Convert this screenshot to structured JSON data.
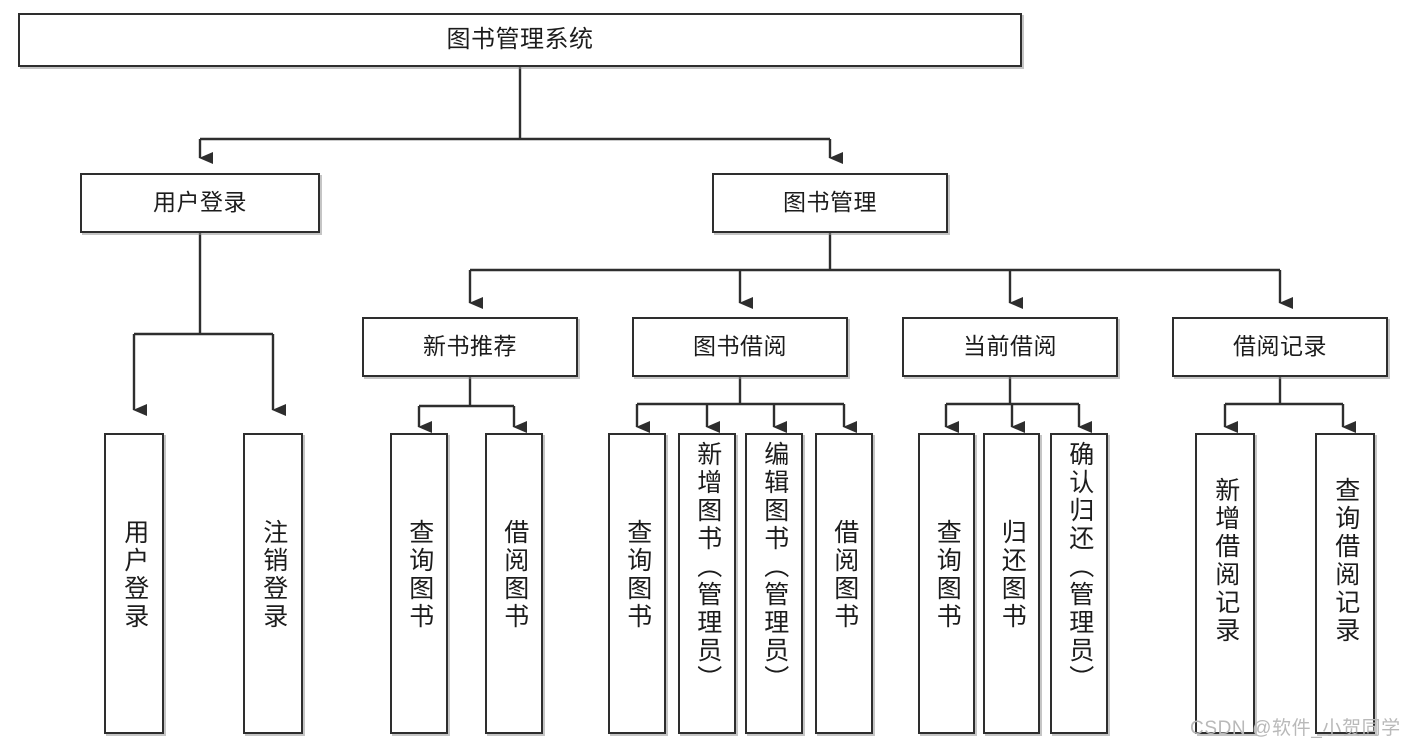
{
  "diagram": {
    "title": "图书管理系统",
    "type": "hierarchy-tree",
    "stroke_color": "#2e2e2e",
    "background_color": "#ffffff",
    "text_color": "#1c1c1c",
    "watermark": "CSDN @软件_小贺同学",
    "nodes": {
      "root": {
        "label": "图书管理系统"
      },
      "level2": [
        {
          "key": "user_login",
          "label": "用户登录"
        },
        {
          "key": "book_manage",
          "label": "图书管理"
        }
      ],
      "level3": [
        {
          "key": "new_book_rec",
          "label": "新书推荐"
        },
        {
          "key": "book_borrow",
          "label": "图书借阅"
        },
        {
          "key": "current_borrow",
          "label": "当前借阅"
        },
        {
          "key": "borrow_record",
          "label": "借阅记录"
        }
      ],
      "leaves": {
        "user_login": [
          {
            "key": "leaf_user_login",
            "label": "用户登录"
          },
          {
            "key": "leaf_logout",
            "label": "注销登录"
          }
        ],
        "new_book_rec": [
          {
            "key": "leaf_query_book_1",
            "label": "查询图书"
          },
          {
            "key": "leaf_borrow_book_1",
            "label": "借阅图书"
          }
        ],
        "book_borrow": [
          {
            "key": "leaf_query_book_2",
            "label": "查询图书"
          },
          {
            "key": "leaf_add_book",
            "label": "新增图书（管理员）"
          },
          {
            "key": "leaf_edit_book",
            "label": "编辑图书（管理员）"
          },
          {
            "key": "leaf_borrow_book_2",
            "label": "借阅图书"
          }
        ],
        "current_borrow": [
          {
            "key": "leaf_query_book_3",
            "label": "查询图书"
          },
          {
            "key": "leaf_return_book",
            "label": "归还图书"
          },
          {
            "key": "leaf_confirm_return",
            "label": "确认归还（管理员）"
          }
        ],
        "borrow_record": [
          {
            "key": "leaf_add_record",
            "label": "新增借阅记录"
          },
          {
            "key": "leaf_query_record",
            "label": "查询借阅记录"
          }
        ]
      }
    }
  }
}
